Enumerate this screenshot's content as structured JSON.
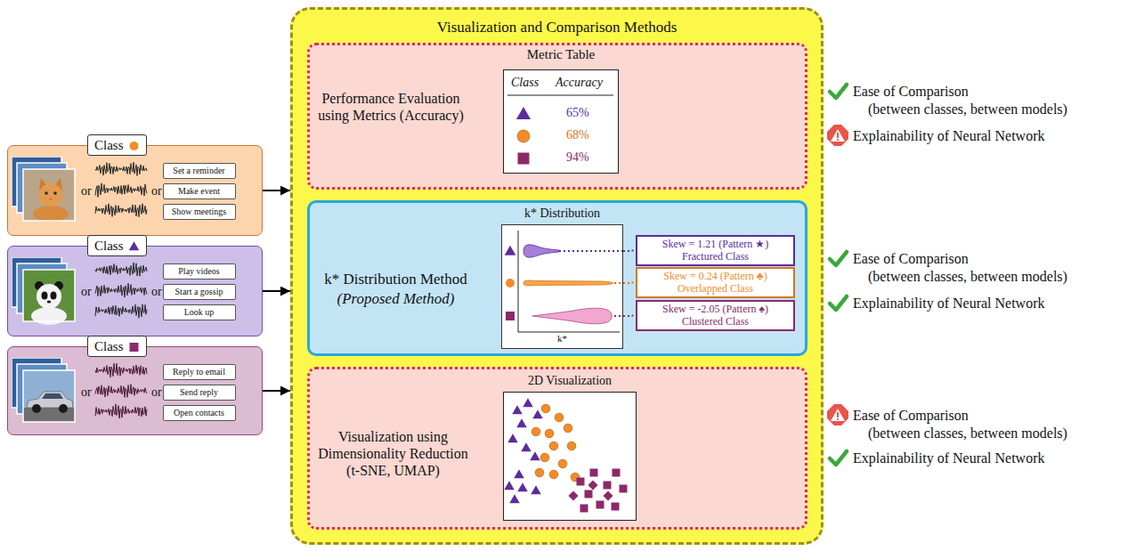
{
  "diagram": {
    "nodes": [
      {
        "text": [
          "Class",
          "or",
          "or"
        ]
      },
      {
        "text": [
          "Set a reminder"
        ],
        "in": 0
      },
      {
        "text": [
          "Make event"
        ],
        "in": 0
      },
      {
        "text": [
          "Show meetings"
        ],
        "in": 0
      },
      {
        "text": [
          "Class",
          "or",
          "or"
        ]
      },
      {
        "text": [
          "Play videos"
        ],
        "in": 4
      },
      {
        "text": [
          "Start a gossip"
        ],
        "in": 4
      },
      {
        "text": [
          "Look up"
        ],
        "in": 4
      },
      {
        "text": [
          "Class",
          "or",
          "or"
        ]
      },
      {
        "text": [
          "Reply to email"
        ],
        "in": 8
      },
      {
        "text": [
          "Send reply"
        ],
        "in": 8
      },
      {
        "text": [
          "Open contacts"
        ],
        "in": 8
      },
      {
        "text": [
          "Visualization and Comparison Methods"
        ]
      },
      {
        "text": [
          "Performance Evaluation using Metrics (Accuracy)"
        ],
        "in": 12
      },
      {
        "text": [
          "Metric Table",
          "Class",
          "Accuracy",
          "65%",
          "68%",
          "94%"
        ],
        "in": 13
      },
      {
        "text": [
          "k* Distribution Method",
          "(Proposed Method)"
        ],
        "in": 12
      },
      {
        "text": [
          "k* Distribution",
          "k*"
        ],
        "in": 15
      },
      {
        "text": [
          "Skew = 1.21 (Pattern ★)",
          "Fractured Class"
        ],
        "in": 15
      },
      {
        "text": [
          "Skew = 0.24 (Pattern ♣)",
          "Overlapped Class"
        ],
        "in": 15
      },
      {
        "text": [
          "Skew = -2.05 (Pattern ♠)",
          "Clustered Class"
        ],
        "in": 15
      },
      {
        "text": [
          "Visualization using Dimensionality Reduction (t-SNE, UMAP)"
        ],
        "in": 12
      },
      {
        "text": [
          "2D Visualization"
        ],
        "in": 20
      }
    ],
    "edges": [
      {
        "from": 0,
        "to": 12,
        "arrow": "to"
      },
      {
        "from": 4,
        "to": 12,
        "arrow": "to"
      },
      {
        "from": 8,
        "to": 12,
        "arrow": "to"
      },
      {
        "from": 16,
        "to": 17,
        "arrow": "none"
      },
      {
        "from": 16,
        "to": 18,
        "arrow": "none"
      },
      {
        "from": 16,
        "to": 19,
        "arrow": "none"
      }
    ],
    "labels": [
      "Ease of Comparison",
      "(between classes, between models)",
      "Explainability of Neural Network",
      "Ease of Comparison",
      "(between classes, between models)",
      "Explainability of Neural Network",
      "Ease of Comparison",
      "(between classes, between models)",
      "Explainability of Neural Network"
    ]
  }
}
